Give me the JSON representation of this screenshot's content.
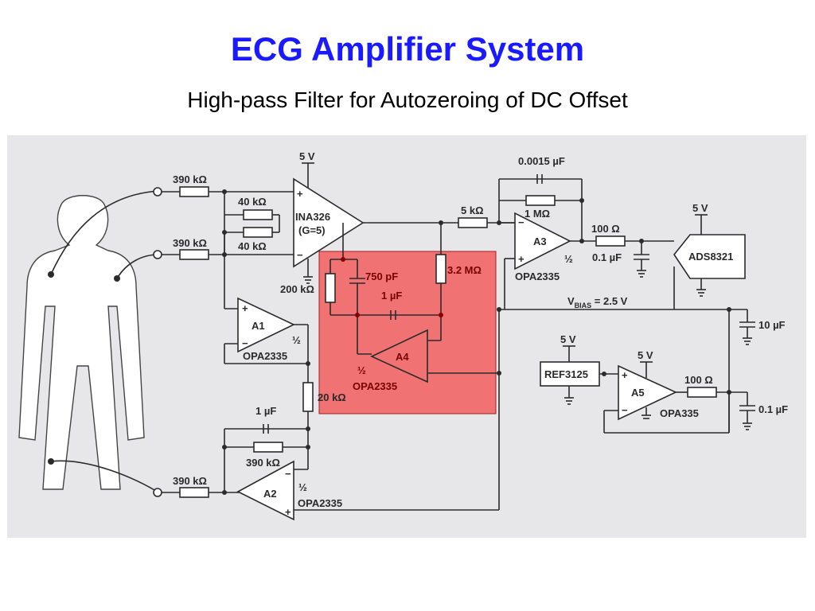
{
  "title": "ECG Amplifier System",
  "subtitle": "High-pass Filter for Autozeroing of DC Offset",
  "labels": {
    "r_in1": "390 kΩ",
    "r_in2": "390 kΩ",
    "r_in3": "390 kΩ",
    "r_40k_1": "40 kΩ",
    "r_40k_2": "40 kΩ",
    "r_200k": "200 kΩ",
    "r_20k": "20 kΩ",
    "r_390k_fb": "390 kΩ",
    "c_1uF_a2": "1 µF",
    "v5_ina": "5 V",
    "ina_name": "INA326",
    "ina_gain": "(G=5)",
    "a1": "A1",
    "a1_half": "½",
    "a1_part": "OPA2335",
    "a2": "A2",
    "a2_half": "½",
    "a2_part": "OPA2335",
    "c_750p": "750 pF",
    "c_1uF_a4": "1 µF",
    "r_3M2": "3.2 MΩ",
    "a4": "A4",
    "a4_half": "½",
    "a4_part": "OPA2335",
    "c_0015": "0.0015 µF",
    "r_1M": "1 MΩ",
    "r_5k": "5 kΩ",
    "a3": "A3",
    "a3_half": "½",
    "a3_part": "OPA2335",
    "r_100": "100 Ω",
    "c_01": "0.1 µF",
    "v5_adc": "5 V",
    "adc": "ADS8321",
    "vbias_v": "V",
    "vbias_sub": "BIAS",
    "vbias_val": " = 2.5 V",
    "c_10uF": "10 µF",
    "v5_ref": "5 V",
    "ref": "REF3125",
    "v5_a5": "5 V",
    "a5": "A5",
    "a5_part": "OPA335",
    "r_100_b": "100 Ω",
    "c_01_b": "0.1 µF",
    "plus": "+",
    "minus": "−"
  }
}
